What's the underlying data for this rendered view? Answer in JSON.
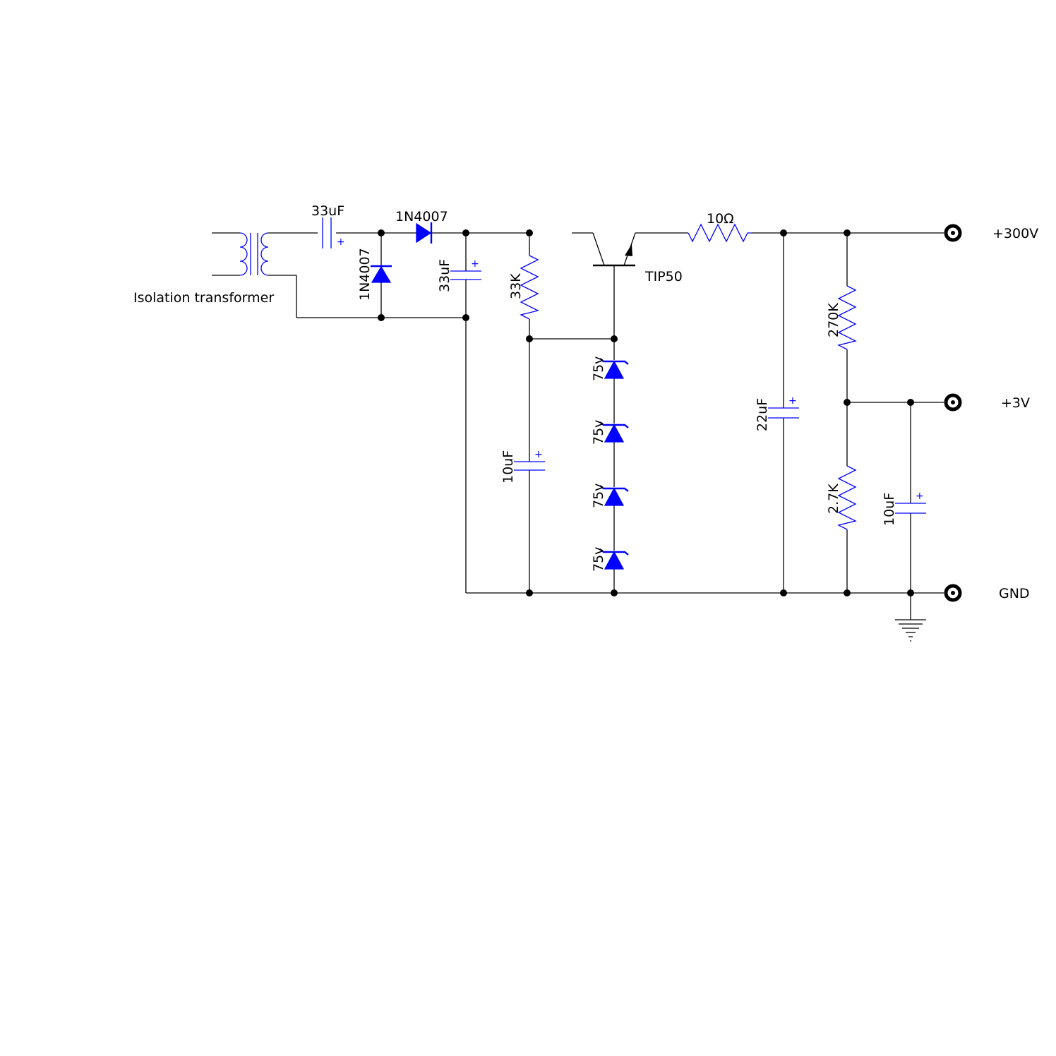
{
  "colors": {
    "wire": "#000000",
    "component": "#0000ff",
    "background": "#ffffff"
  },
  "labels": {
    "transformer": "Isolation transformer",
    "c_input": "33uF",
    "d_series": "1N4007",
    "d_shunt": "1N4007",
    "c_filter": "33uF",
    "r_bias": "33K",
    "c_bias": "10uF",
    "transistor": "TIP50",
    "zener_1": "75v",
    "zener_2": "75v",
    "zener_3": "75v",
    "zener_4": "75v",
    "r_series": "10Ω",
    "c_output": "22uF",
    "r_div_top": "270K",
    "r_div_bottom": "2.7K",
    "c_3v": "10uF",
    "plus_sign": "+"
  },
  "terminals": [
    {
      "name": "+300V"
    },
    {
      "name": "+3V"
    },
    {
      "name": "GND"
    }
  ]
}
